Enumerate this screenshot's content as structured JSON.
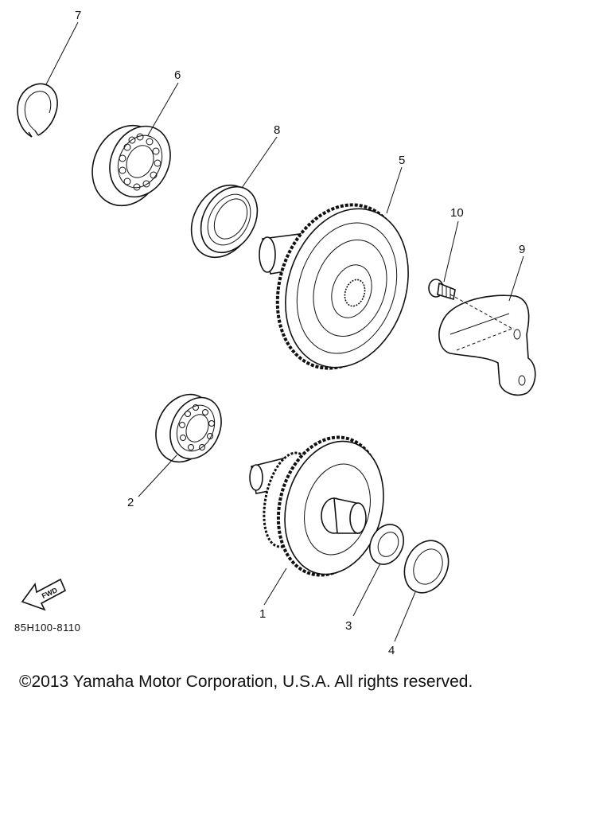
{
  "diagram": {
    "callouts": [
      "1",
      "2",
      "3",
      "4",
      "5",
      "6",
      "7",
      "8",
      "9",
      "10"
    ],
    "fwd_label": "FWD",
    "part_number": "85H100-8110",
    "copyright": "©2013 Yamaha Motor Corporation, U.S.A. All rights reserved."
  }
}
